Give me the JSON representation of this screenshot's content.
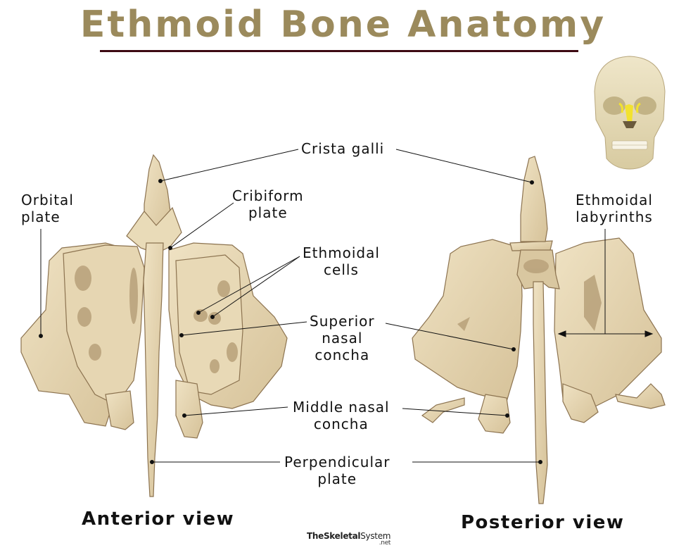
{
  "title": "Ethmoid Bone Anatomy",
  "colors": {
    "title": "#9b8a5c",
    "title_rule": "#3d0a12",
    "bone_fill": "#e3d2ad",
    "bone_shadow": "#b8a17a",
    "bone_outline": "#8c7350",
    "highlight_yellow": "#f2e230",
    "leader_line": "#111111"
  },
  "labels": {
    "crista_galli": "Crista galli",
    "orbital_plate": [
      "Orbital",
      "plate"
    ],
    "cribiform_plate": [
      "Cribiform",
      "plate"
    ],
    "ethmoidal_cells": [
      "Ethmoidal",
      "cells"
    ],
    "superior_nasal_concha": [
      "Superior",
      "nasal",
      "concha"
    ],
    "middle_nasal_concha": [
      "Middle nasal",
      "concha"
    ],
    "perpendicular_plate": [
      "Perpendicular",
      "plate"
    ],
    "ethmoidal_labyrinths": [
      "Ethmoidal",
      "labyrinths"
    ]
  },
  "views": {
    "anterior": "Anterior view",
    "posterior": "Posterior view"
  },
  "inset": {
    "description": "skull-front-with-ethmoid-highlighted"
  },
  "brand": {
    "name_bold": "TheSkeletal",
    "name_regular": "System",
    "tld": ".net"
  }
}
